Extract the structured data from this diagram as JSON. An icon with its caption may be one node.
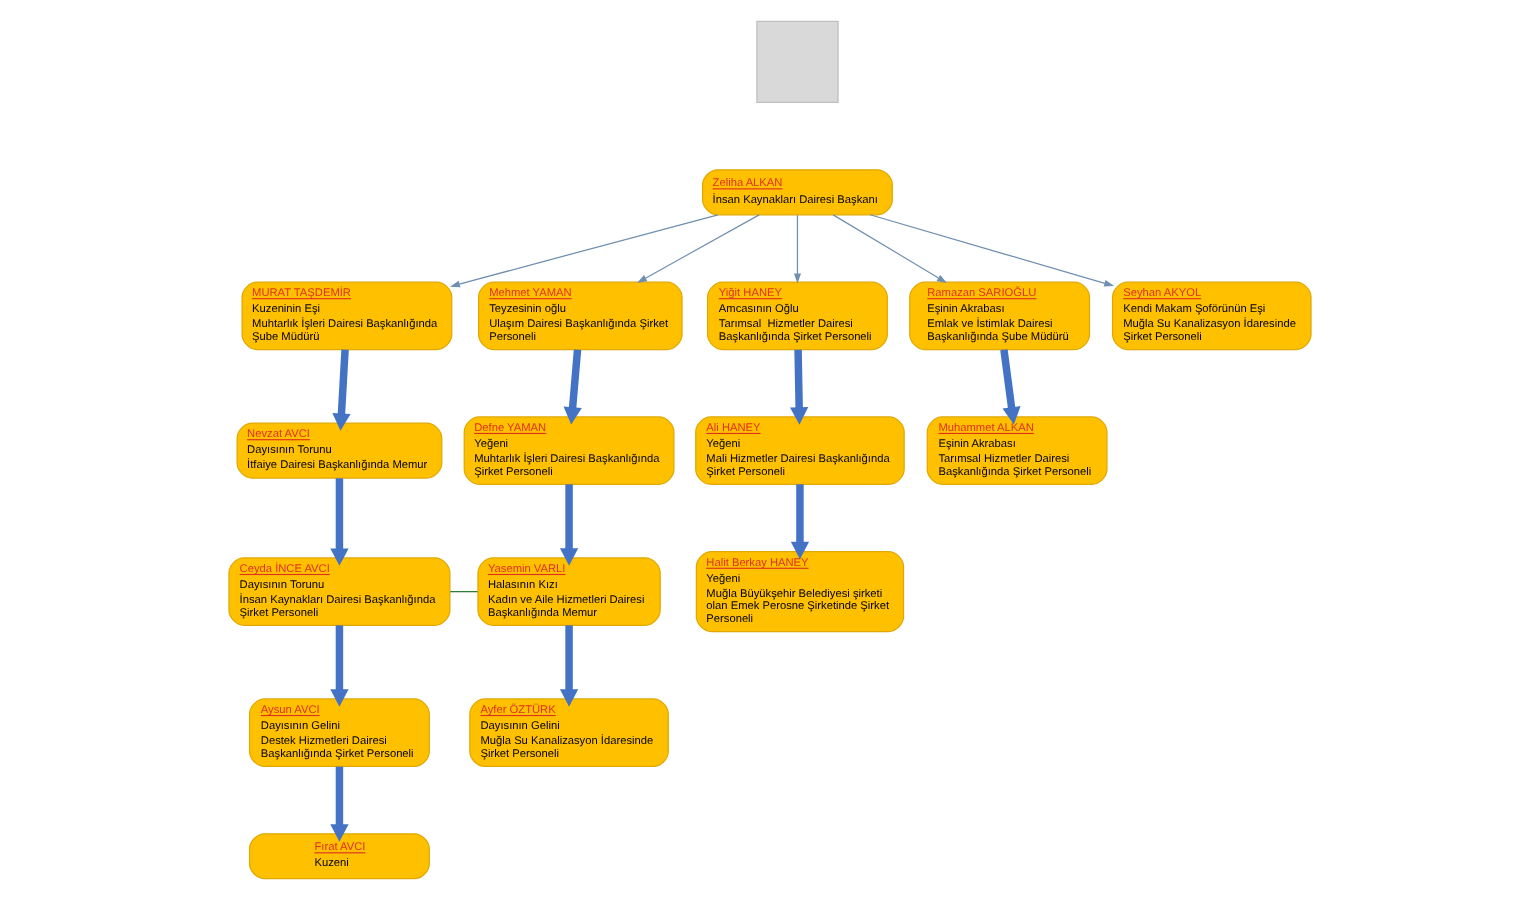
{
  "diagram": {
    "nodes": [
      {
        "text": [],
        "shape": "box"
      },
      {
        "text": [
          "Zeliha ALKAN",
          "İnsan Kaynakları Dairesi Başkanı"
        ]
      },
      {
        "text": [
          "MURAT TAŞDEMİR",
          "Kuzeninin Eşi",
          "Muhtarlık İşleri Dairesi Başkanlığında Şube Müdürü"
        ]
      },
      {
        "text": [
          "Nevzat AVCI",
          "Dayısının Torunu",
          "İtfaiye Dairesi Başkanlığında Memur"
        ]
      },
      {
        "text": [
          "Ceyda İNCE AVCI",
          "Dayısının Torunu",
          "İnsan Kaynakları Dairesi Başkanlığında Şirket Personeli"
        ]
      },
      {
        "text": [
          "Aysun AVCI",
          "Dayısının Gelini",
          "Destek Hizmetleri Dairesi Başkanlığında Şirket Personeli"
        ]
      },
      {
        "text": [
          "Fırat AVCI",
          "Kuzeni"
        ]
      },
      {
        "text": [
          "Mehmet YAMAN",
          "Teyzesinin oğlu",
          "Ulaşım Dairesi Başkanlığında Şirket Personeli"
        ]
      },
      {
        "text": [
          "Defne YAMAN",
          "Yeğeni",
          "Muhtarlık İşleri Dairesi Başkanlığında Şirket Personeli"
        ]
      },
      {
        "text": [
          "Yasemin VARLI",
          "Halasının Kızı",
          "Kadın ve Aile Hizmetleri Dairesi Başkanlığında Memur"
        ]
      },
      {
        "text": [
          "Ayfer ÖZTÜRK",
          "Dayısının Gelini",
          "Muğla Su Kanalizasyon İdaresinde Şirket Personeli"
        ]
      },
      {
        "text": [
          "Yiğit HANEY",
          "Amcasının Oğlu",
          "Tarımsal  Hizmetler Dairesi Başkanlığında Şirket Personeli"
        ]
      },
      {
        "text": [
          "Ali HANEY",
          "Yeğeni",
          "Mali Hizmetler Dairesi Başkanlığında Şirket Personeli"
        ]
      },
      {
        "text": [
          "Halit Berkay HANEY",
          "Yeğeni",
          "Muğla Büyükşehir Belediyesi şirketi olan Emek Perosne Şirketinde Şirket Personeli"
        ]
      },
      {
        "text": [
          "Ramazan SARIOĞLU",
          "Eşinin Akrabası",
          "Emlak ve İstimlak Dairesi Başkanlığında Şube Müdürü"
        ]
      },
      {
        "text": [
          "Muhammet ALKAN",
          "Eşinin Akrabası",
          "Tarımsal Hizmetler Dairesi Başkanlığında Şirket Personeli"
        ]
      },
      {
        "text": [
          "Seyhan AKYOL",
          "Kendi Makam Şoförünün Eşi",
          "Muğla Su Kanalizasyon İdaresinde Şirket Personeli"
        ]
      }
    ],
    "edges": [
      {
        "from": 1,
        "to": 2,
        "arrow": "to",
        "color": "#6f8fb0"
      },
      {
        "from": 1,
        "to": 7,
        "arrow": "to",
        "color": "#6f8fb0"
      },
      {
        "from": 1,
        "to": 11,
        "arrow": "to",
        "color": "#6f8fb0"
      },
      {
        "from": 1,
        "to": 14,
        "arrow": "to",
        "color": "#6f8fb0"
      },
      {
        "from": 1,
        "to": 16,
        "arrow": "to",
        "color": "#6f8fb0"
      },
      {
        "from": 2,
        "to": 3,
        "arrow": "to"
      },
      {
        "from": 3,
        "to": 4,
        "arrow": "to"
      },
      {
        "from": 4,
        "to": 5,
        "arrow": "to"
      },
      {
        "from": 5,
        "to": 6,
        "arrow": "to"
      },
      {
        "from": 7,
        "to": 8,
        "arrow": "to"
      },
      {
        "from": 8,
        "to": 9,
        "arrow": "to"
      },
      {
        "from": 9,
        "to": 10,
        "arrow": "to"
      },
      {
        "from": 11,
        "to": 12,
        "arrow": "to"
      },
      {
        "from": 12,
        "to": 13,
        "arrow": "to"
      },
      {
        "from": 14,
        "to": 15,
        "arrow": "to"
      },
      {
        "from": 4,
        "to": 9,
        "arrow": "none",
        "color": "#2e7d32"
      }
    ]
  }
}
